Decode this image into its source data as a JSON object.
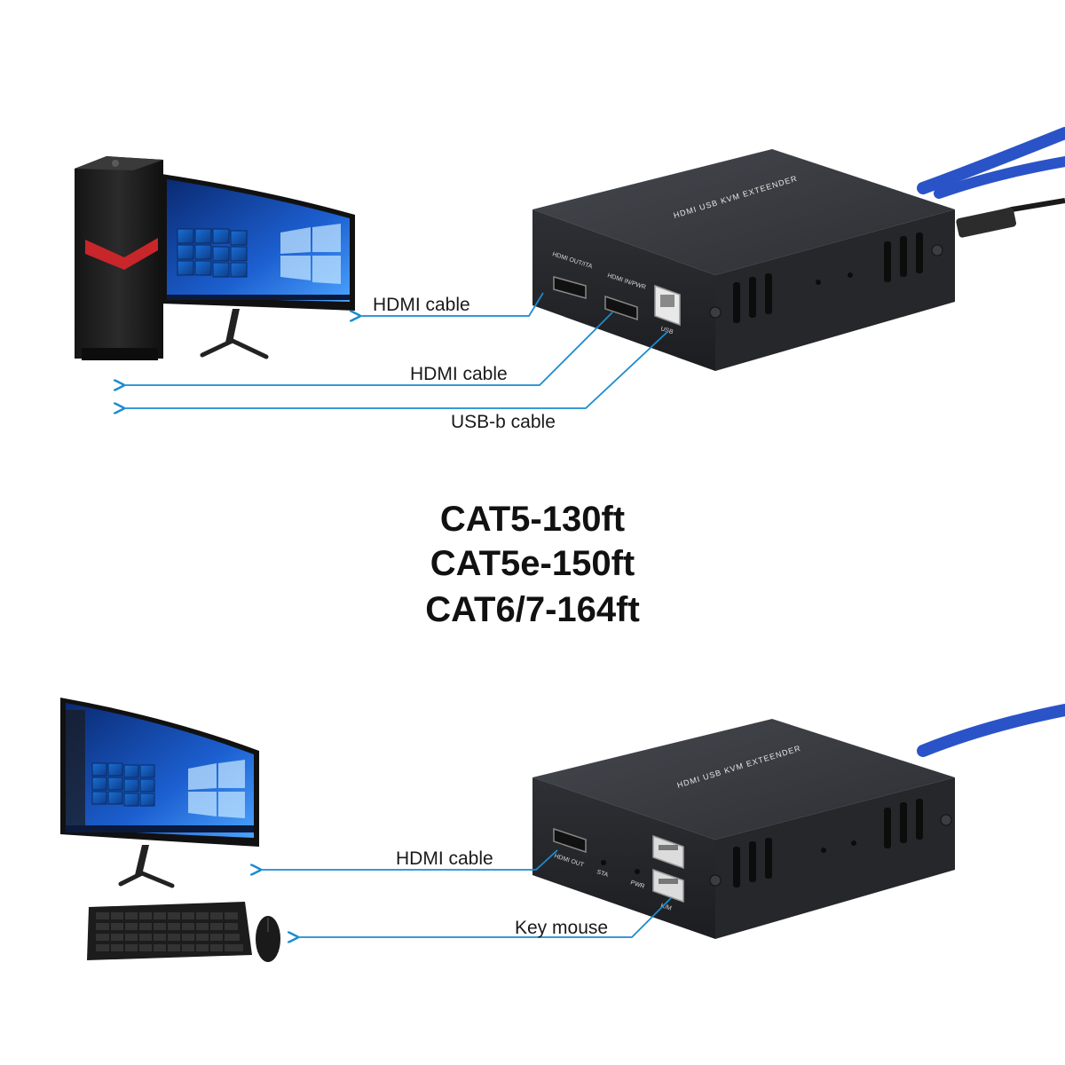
{
  "colors": {
    "connector": "#1a8bd0",
    "cat_cable": "#2a53c8",
    "device": "#2a2c30",
    "device_top": "#3b3e44"
  },
  "transmitter": {
    "title": "HDMI USB KVM EXTEENDER",
    "ports": {
      "hdmi_out": "HDMI OUT/ITA",
      "hdmi_in": "HDMI IN/PWR",
      "usb": "USB"
    },
    "cables": {
      "hdmi_to_monitor": "HDMI cable",
      "hdmi_from_pc": "HDMI cable",
      "usb_from_pc": "USB-b cable"
    }
  },
  "distances": {
    "line1": "CAT5-130ft",
    "line2": "CAT5e-150ft",
    "line3": "CAT6/7-164ft"
  },
  "receiver": {
    "title": "HDMI USB KVM EXTEENDER",
    "ports": {
      "hdmi_out": "HDMI OUT",
      "sta": "STA",
      "pwr": "PWR",
      "km": "K/M"
    },
    "cables": {
      "hdmi_to_monitor": "HDMI cable",
      "key_mouse": "Key mouse"
    }
  }
}
